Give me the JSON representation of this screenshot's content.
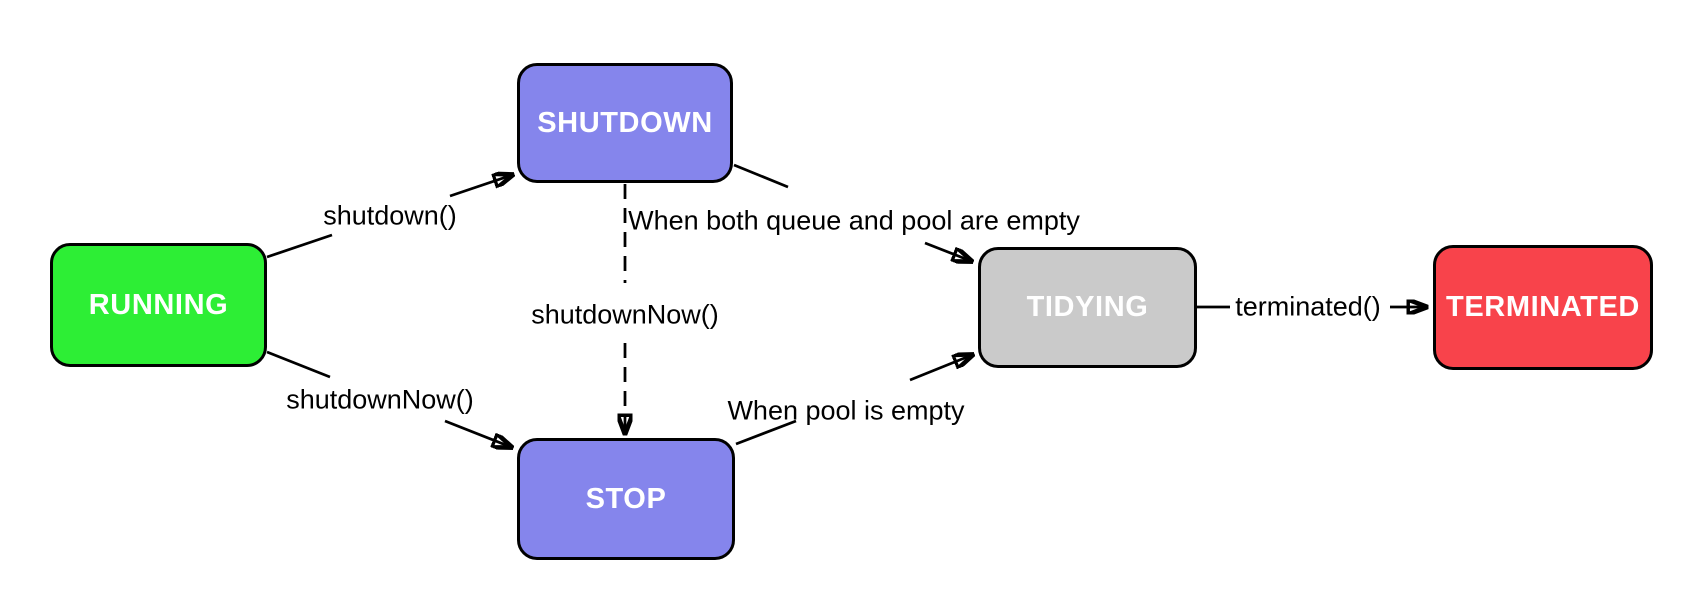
{
  "diagram": {
    "type": "state-diagram",
    "background_color": "#FFFFFF",
    "edge_color": "#000000",
    "state_text_color": "#FFFFFF",
    "states": [
      {
        "id": "running",
        "label": "RUNNING",
        "color": "#2DEE35"
      },
      {
        "id": "shutdown",
        "label": "SHUTDOWN",
        "color": "#8585EC"
      },
      {
        "id": "stop",
        "label": "STOP",
        "color": "#8585EC"
      },
      {
        "id": "tidying",
        "label": "TIDYING",
        "color": "#CACACA"
      },
      {
        "id": "terminated",
        "label": "TERMINATED",
        "color": "#F8434B"
      }
    ],
    "transitions": [
      {
        "from": "RUNNING",
        "to": "SHUTDOWN",
        "label": "shutdown()",
        "style": "solid"
      },
      {
        "from": "RUNNING",
        "to": "STOP",
        "label": "shutdownNow()",
        "style": "solid"
      },
      {
        "from": "SHUTDOWN",
        "to": "STOP",
        "label": "shutdownNow()",
        "style": "dashed"
      },
      {
        "from": "SHUTDOWN",
        "to": "TIDYING",
        "label": "When both queue and pool are empty",
        "style": "solid"
      },
      {
        "from": "STOP",
        "to": "TIDYING",
        "label": "When pool is empty",
        "style": "solid"
      },
      {
        "from": "TIDYING",
        "to": "TERMINATED",
        "label": "terminated()",
        "style": "solid"
      }
    ]
  }
}
